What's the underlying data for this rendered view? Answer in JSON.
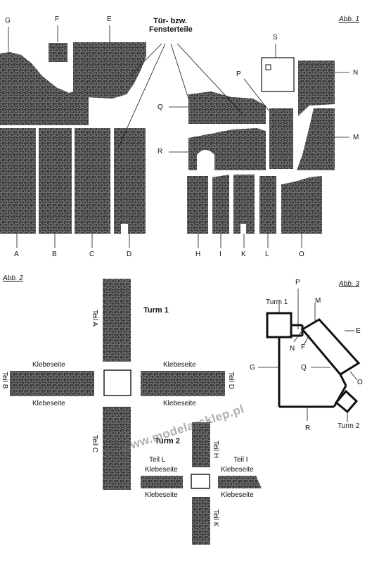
{
  "fig1": {
    "caption": "Abb. 1",
    "callout": "Tür- bzw. Fensterteile",
    "pieces": [
      "A",
      "B",
      "C",
      "D",
      "E",
      "F",
      "G",
      "H",
      "I",
      "K",
      "L",
      "M",
      "N",
      "O",
      "P",
      "Q",
      "R",
      "S"
    ]
  },
  "fig2": {
    "caption": "Abb. 2",
    "turm1": "Turm 1",
    "turm2": "Turm 2",
    "teil_a": "Teil A",
    "teil_b": "Teil B",
    "teil_c": "Teil C",
    "teil_d": "Teil D",
    "teil_h": "Teil H",
    "teil_i": "Teil I",
    "teil_k": "Teil K",
    "teil_l": "Teil L",
    "klebeseite": "Klebeseite"
  },
  "fig3": {
    "caption": "Abb. 3",
    "turm1": "Turm 1",
    "turm2": "Turm 2",
    "labels": [
      "P",
      "M",
      "E",
      "N",
      "F",
      "G",
      "Q",
      "O",
      "R"
    ]
  },
  "watermark": "www.modelarsklep.pl",
  "colors": {
    "texture": "#2b2b2b",
    "line": "#111111"
  }
}
